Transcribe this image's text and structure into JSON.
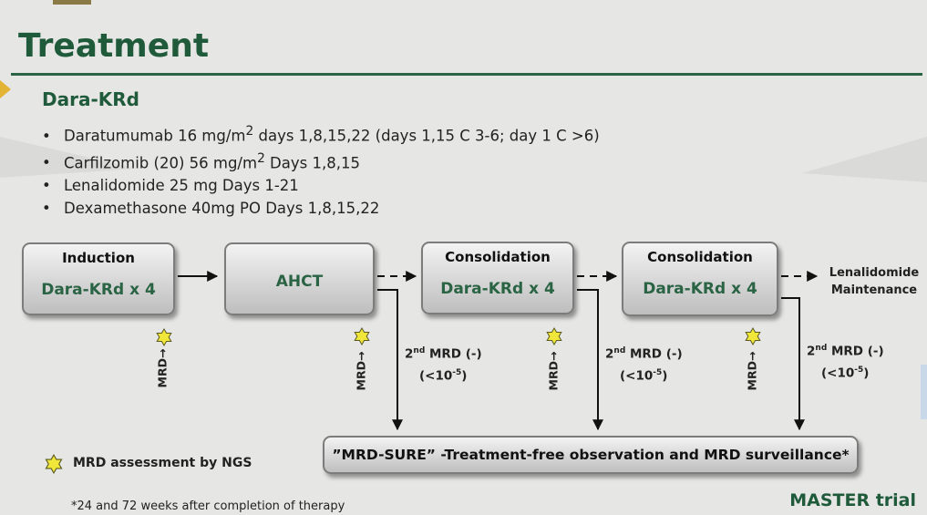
{
  "slide": {
    "title": "Treatment",
    "subtitle": "Dara-KRd",
    "bullets": [
      {
        "pre": "Daratumumab 16 mg/m",
        "sup": "2",
        "post": " days 1,8,15,22 (days 1,15 C 3-6; day 1 C >6)"
      },
      {
        "pre": "Carfilzomib (20) 56 mg/m",
        "sup": "2",
        "post": " Days 1,8,15"
      },
      {
        "pre": "Lenalidomide 25 mg Days 1-21",
        "sup": "",
        "post": ""
      },
      {
        "pre": "Dexamethasone 40mg PO Days 1,8,15,22",
        "sup": "",
        "post": ""
      }
    ]
  },
  "diagram": {
    "boxes": [
      {
        "caption": "Induction",
        "regimen": "Dara-KRd x 4"
      },
      {
        "caption": "",
        "regimen": "AHCT"
      },
      {
        "caption": "Consolidation",
        "regimen": "Dara-KRd x 4"
      },
      {
        "caption": "Consolidation",
        "regimen": "Dara-KRd x 4"
      }
    ],
    "end_label": [
      "Lenalidomide",
      "Maintenance"
    ],
    "mrd_marker": "MRD",
    "mrd_negative": {
      "pre": "2",
      "sup": "nd",
      "post": " MRD (-)",
      "line2_pre": "(<10",
      "line2_sup": "-5",
      "line2_post": ")"
    },
    "observation_bar": "”MRD-SURE” -Treatment-free observation and MRD surveillance*"
  },
  "legend": {
    "star_label": "MRD assessment by NGS"
  },
  "footnote": "*24 and 72 weeks after completion of therapy",
  "trial_name": "MASTER trial",
  "colors": {
    "brand_green": "#1f5a3b",
    "star_yellow": "#f1e63a",
    "box_gray": "#bebebe"
  },
  "icons": {
    "star": "six-point-star-icon",
    "arrow": "arrow-right-icon"
  }
}
